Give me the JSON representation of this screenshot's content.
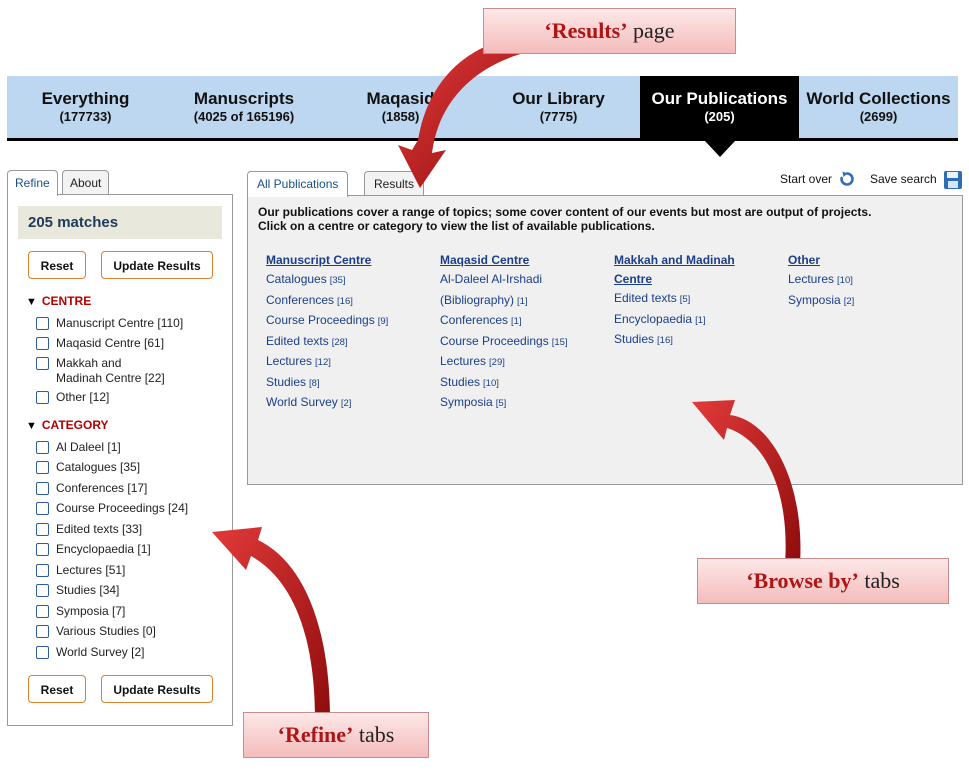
{
  "colors": {
    "accent": "#b01515",
    "nav_bg": "#bcd7ef",
    "active_tab_bg": "#000000",
    "link": "#1a3f8a",
    "button_border": "#d8822f"
  },
  "nav": {
    "tabs": [
      {
        "title": "Everything",
        "count": "(177733)"
      },
      {
        "title": "Manuscripts",
        "count": "(4025 of 165196)"
      },
      {
        "title": "Maqasid",
        "count": "(1858)"
      },
      {
        "title": "Our Library",
        "count": "(7775)"
      },
      {
        "title": "Our Publications",
        "count": "(205)",
        "active": true
      },
      {
        "title": "World Collections",
        "count": "(2699)"
      }
    ]
  },
  "sidebar": {
    "tabs": [
      {
        "label": "Refine",
        "active": true
      },
      {
        "label": "About"
      }
    ],
    "matches": "205 matches",
    "reset_label": "Reset",
    "update_label": "Update Results",
    "centre_heading": "CENTRE",
    "centres": [
      "Manuscript Centre [110]",
      "Maqasid Centre [61]",
      "Makkah and Madinah Centre [22]",
      "Other [12]"
    ],
    "category_heading": "CATEGORY",
    "categories": [
      "Al Daleel [1]",
      "Catalogues [35]",
      "Conferences [17]",
      "Course Proceedings [24]",
      "Edited texts [33]",
      "Encyclopaedia [1]",
      "Lectures [51]",
      "Studies [34]",
      "Symposia [7]",
      "Various Studies [0]",
      "World Survey [2]"
    ]
  },
  "main": {
    "tabs": [
      {
        "label": "All Publications",
        "active": true
      },
      {
        "label": "Results"
      }
    ],
    "start_over": "Start over",
    "save_search": "Save search",
    "intro_line1": "Our publications cover a range of topics; some cover content of our events but most are output of projects.",
    "intro_line2": "Click on a centre or category to view the list of available publications.",
    "columns": [
      {
        "heading": "Manuscript Centre",
        "items": [
          {
            "label": "Catalogues",
            "count": "[35]"
          },
          {
            "label": "Conferences",
            "count": "[16]"
          },
          {
            "label": "Course Proceedings",
            "count": "[9]"
          },
          {
            "label": "Edited texts",
            "count": "[28]"
          },
          {
            "label": "Lectures",
            "count": "[12]"
          },
          {
            "label": "Studies",
            "count": "[8]"
          },
          {
            "label": "World Survey",
            "count": "[2]"
          }
        ]
      },
      {
        "heading": "Maqasid Centre",
        "items": [
          {
            "label": "Al-Daleel Al-Irshadi",
            "count": ""
          },
          {
            "label": "(Bibliography)",
            "count": "[1]"
          },
          {
            "label": "Conferences",
            "count": "[1]"
          },
          {
            "label": "Course Proceedings",
            "count": "[15]"
          },
          {
            "label": "Lectures",
            "count": "[29]"
          },
          {
            "label": "Studies",
            "count": "[10]"
          },
          {
            "label": "Symposia",
            "count": "[5]"
          }
        ]
      },
      {
        "heading": "Makkah and Madinah Centre",
        "items": [
          {
            "label": "Edited texts",
            "count": "[5]"
          },
          {
            "label": "Encyclopaedia",
            "count": "[1]"
          },
          {
            "label": "Studies",
            "count": "[16]"
          }
        ]
      },
      {
        "heading": "Other",
        "items": [
          {
            "label": "Lectures",
            "count": "[10]"
          },
          {
            "label": "Symposia",
            "count": "[2]"
          }
        ]
      }
    ]
  },
  "callouts": {
    "results": {
      "bold": "‘Results’",
      "rest": " page"
    },
    "browse": {
      "bold": "‘Browse by’",
      "rest": " tabs"
    },
    "refine": {
      "bold": "‘Refine’",
      "rest": " tabs"
    }
  },
  "icons": {
    "start_over": "refresh-icon",
    "save": "floppy-disk-icon"
  }
}
